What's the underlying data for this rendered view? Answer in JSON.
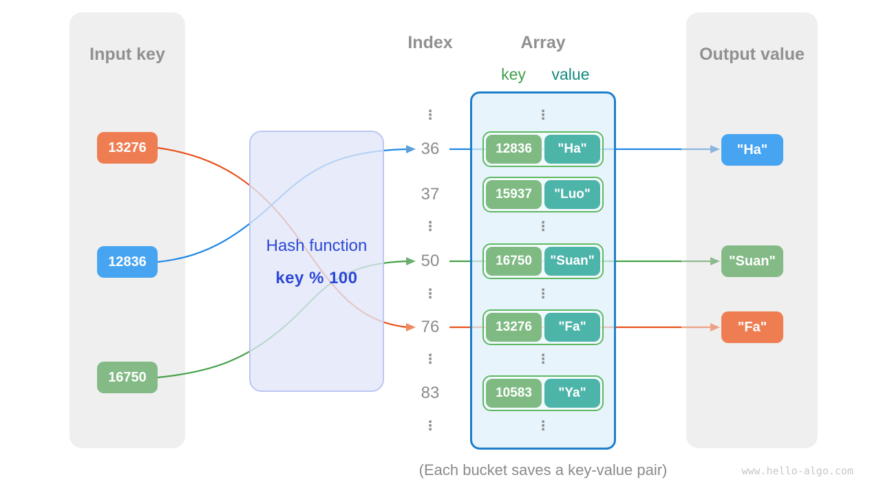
{
  "input_panel": {
    "title": "Input key",
    "keys": [
      {
        "label": "13276",
        "color": "#ee7d52"
      },
      {
        "label": "12836",
        "color": "#47a4f0"
      },
      {
        "label": "16750",
        "color": "#83ba86"
      }
    ]
  },
  "hash_box": {
    "title": "Hash function",
    "formula": "key % 100"
  },
  "table": {
    "index_header": "Index",
    "array_header": "Array",
    "key_header": "key",
    "value_header": "value",
    "ellipsis": "⋮",
    "rows": [
      {
        "index": "36",
        "key": "12836",
        "value": "\"Ha\""
      },
      {
        "index": "37",
        "key": "15937",
        "value": "\"Luo\""
      },
      {
        "index": "50",
        "key": "16750",
        "value": "\"Suan\""
      },
      {
        "index": "76",
        "key": "13276",
        "value": "\"Fa\""
      },
      {
        "index": "83",
        "key": "10583",
        "value": "\"Ya\""
      }
    ]
  },
  "output_panel": {
    "title": "Output value",
    "values": [
      {
        "label": "\"Ha\"",
        "color": "#47a4f0"
      },
      {
        "label": "\"Suan\"",
        "color": "#83ba86"
      },
      {
        "label": "\"Fa\"",
        "color": "#ee7d52"
      }
    ]
  },
  "caption": "(Each bucket saves a key-value pair)",
  "watermark": "www.hello-algo.com",
  "colors": {
    "panel_bg": "#efefef",
    "heading_gray": "#909090",
    "orange": "#ee7d52",
    "blue": "#47a4f0",
    "green": "#83ba86",
    "key_pill": "#7fba82",
    "value_pill": "#4db4aa",
    "bucket_border": "#5cb860",
    "array_border": "#1d7ecd",
    "array_bg": "#e3f1fb",
    "hash_bg": "#e6eaf9",
    "hash_border": "#bcc6f2",
    "hash_text": "#2b47d6",
    "arrow_orange": "#e8511c",
    "arrow_blue": "#1e88e5",
    "arrow_green": "#43a047",
    "key_label_green": "#3f9d4a",
    "value_label_teal": "#12897e"
  }
}
